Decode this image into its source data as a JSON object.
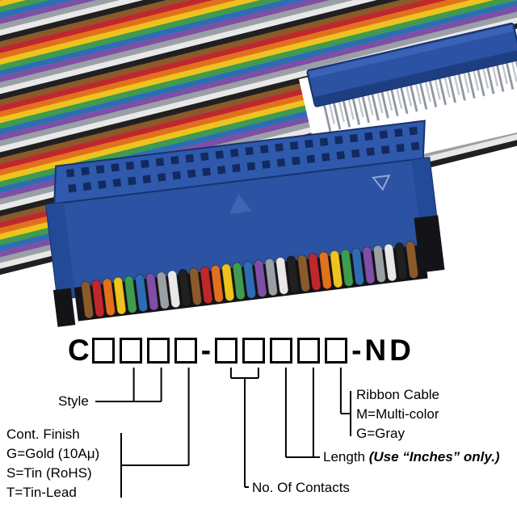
{
  "part_number": {
    "prefix": "C",
    "group1_box_count": 4,
    "separator1": "-",
    "group2_box_count": 5,
    "suffix": "-ND"
  },
  "diagram_labels": {
    "style": "Style",
    "cont_finish": {
      "title": "Cont. Finish",
      "options": [
        "G=Gold (10Aμ)",
        "S=Tin (RoHS)",
        "T=Tin-Lead"
      ]
    },
    "contacts": "No. Of Contacts",
    "length": {
      "label": "Length",
      "note": "(Use “Inches” only.)"
    },
    "ribbon": {
      "title": "Ribbon Cable",
      "options": [
        "M=Multi-color",
        "G=Gray"
      ]
    }
  },
  "photo": {
    "connector_blue": "#2b52a3",
    "connector_top_blue": "#2f59ac",
    "connector_dark": "#16336e",
    "end_cap_blue": "#234a97",
    "hole_color": "#122a5e",
    "pin_color": "#9097a0",
    "pin_back_color": "#c3c7cc",
    "black_part": "#141418",
    "triangle_mark_color": "#3c66b5",
    "ribbon_palette": [
      "#8a5a2b",
      "#c0272d",
      "#e2711d",
      "#eec31e",
      "#3e9b4f",
      "#2e6db4",
      "#7e4fa5",
      "#9aa0a6",
      "#e8e8e8",
      "#202020"
    ]
  }
}
